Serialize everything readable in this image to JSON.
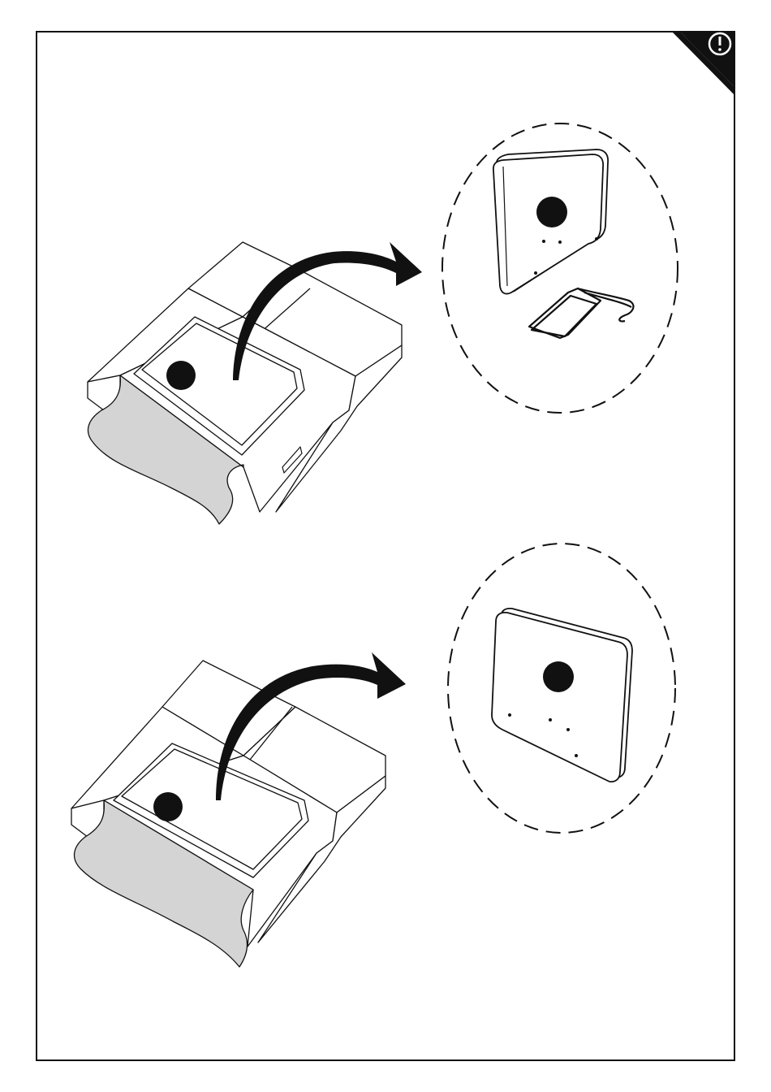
{
  "page": {
    "background": "#ffffff",
    "frame_color": "#111111",
    "fill_gray": "#d4d4d4"
  },
  "corner_badge": {
    "icon": "warning-exclamation-icon",
    "symbol": "!",
    "color": "#111111"
  },
  "steps": [
    {
      "id": "step-1",
      "description_icon": "open-box-remove-device-and-cable",
      "shows_cable": true
    },
    {
      "id": "step-2",
      "description_icon": "open-box-remove-device",
      "shows_cable": false
    }
  ]
}
